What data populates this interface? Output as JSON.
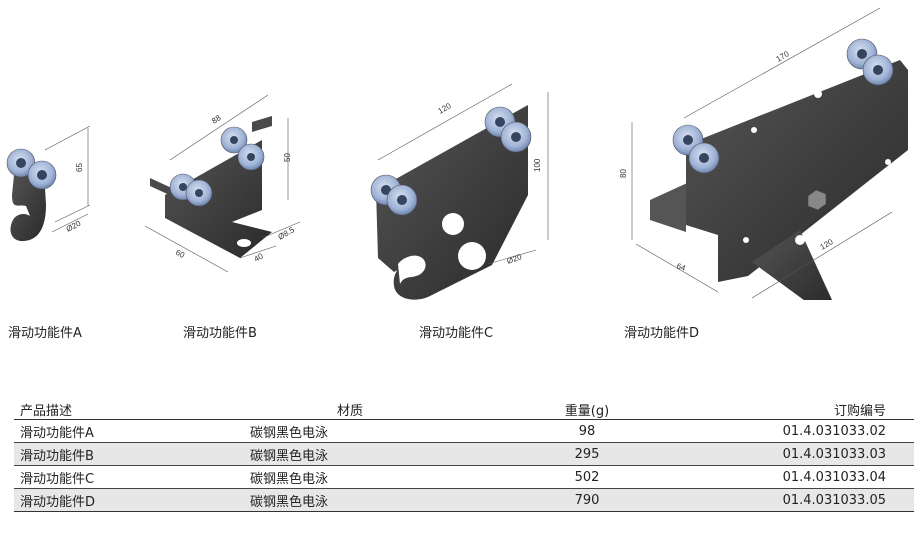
{
  "captions": {
    "a": "滑动功能件A",
    "b": "滑动功能件B",
    "c": "滑动功能件C",
    "d": "滑动功能件D"
  },
  "dimensions": {
    "a": {
      "height": "65",
      "wheel_dia": "Ø20"
    },
    "b": {
      "top": "88",
      "height": "50",
      "depth": "60",
      "hole": "Ø8.5",
      "width": "40"
    },
    "c": {
      "top": "120",
      "height": "100",
      "wheel_dia": "Ø20"
    },
    "d": {
      "top": "170",
      "height": "80",
      "depth": "64",
      "bottom": "120"
    }
  },
  "table": {
    "headers": [
      "产品描述",
      "材质",
      "重量(g)",
      "订购编号"
    ],
    "rows": [
      {
        "name": "滑动功能件A",
        "material": "碳钢黑色电泳",
        "weight": "98",
        "code": "01.4.031033.02"
      },
      {
        "name": "滑动功能件B",
        "material": "碳钢黑色电泳",
        "weight": "295",
        "code": "01.4.031033.03"
      },
      {
        "name": "滑动功能件C",
        "material": "碳钢黑色电泳",
        "weight": "502",
        "code": "01.4.031033.04"
      },
      {
        "name": "滑动功能件D",
        "material": "碳钢黑色电泳",
        "weight": "790",
        "code": "01.4.031033.05"
      }
    ]
  },
  "colors": {
    "plate": "#3a3a3a",
    "wheel": "#9fb3d6",
    "row_shade": "#e7e7e7"
  }
}
